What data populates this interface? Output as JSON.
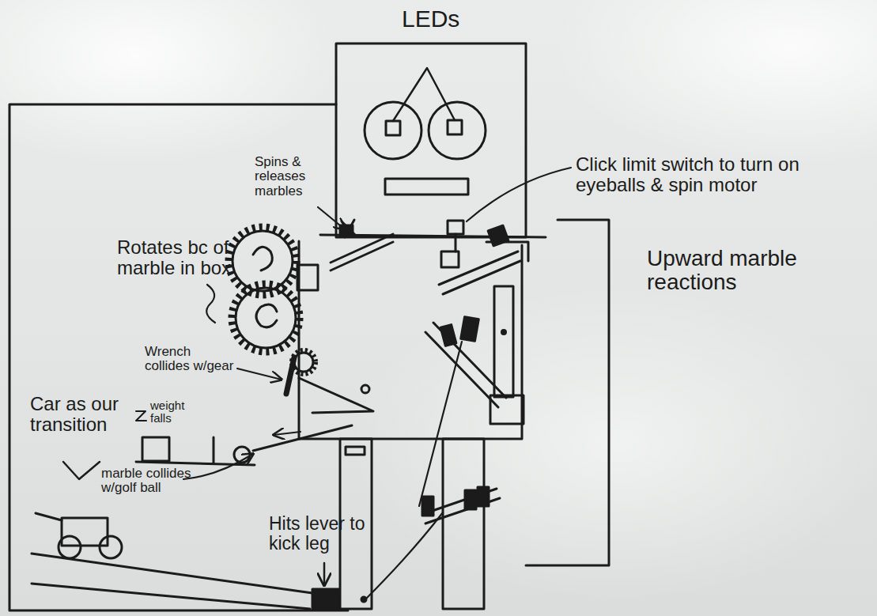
{
  "diagram": {
    "labels": [
      "LEDs",
      "Spins & releases marbles",
      "Click limit switch to turn on eyeballs & spin motor",
      "Rotates bc of marble in box",
      "Upward marble reactions",
      "Wrench collides w/gear",
      "Car as our transition",
      "weight falls",
      "marble collides w/golf ball",
      "Hits lever to kick leg"
    ]
  }
}
